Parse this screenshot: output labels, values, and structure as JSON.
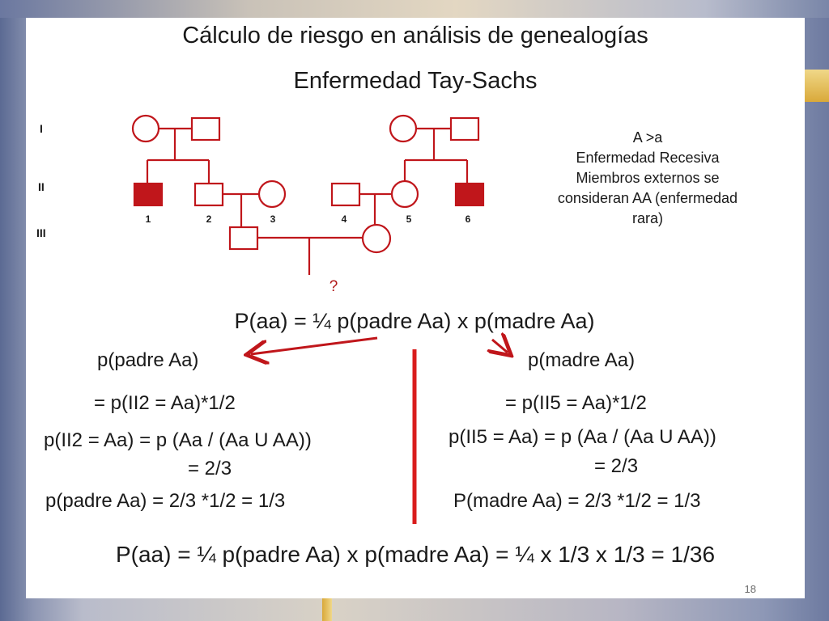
{
  "slide": {
    "title": "Cálculo de riesgo en análisis de genealogías",
    "subtitle": "Enfermedad Tay-Sachs",
    "page_number": "18"
  },
  "pedigree": {
    "generations": [
      "I",
      "II",
      "III"
    ],
    "individual_numbers": [
      "1",
      "2",
      "3",
      "4",
      "5",
      "6"
    ],
    "unknown_child": "?",
    "affected_color": "#c0161b",
    "line_color": "#c0161b"
  },
  "legend": {
    "lines": [
      "A >a",
      "Enfermedad Recesiva",
      "Miembros externos se",
      "consideran AA (enfermedad",
      "rara)"
    ]
  },
  "equations": {
    "main": "P(aa) = ¼ p(padre Aa) x p(madre Aa)",
    "left": {
      "heading": "p(padre Aa)",
      "line1": "= p(II2 = Aa)*1/2",
      "line2": "p(II2 = Aa) = p (Aa / (Aa U AA))",
      "line3": "= 2/3",
      "line4": "p(padre Aa) = 2/3 *1/2 = 1/3"
    },
    "right": {
      "heading": "p(madre Aa)",
      "line1": "= p(II5 = Aa)*1/2",
      "line2": "p(II5 = Aa) = p (Aa / (Aa U AA))",
      "line3": "= 2/3",
      "line4": "P(madre Aa) = 2/3 *1/2 = 1/3"
    },
    "final": "P(aa) = ¼ p(padre Aa) x p(madre Aa) = ¼ x 1/3 x 1/3 = 1/36"
  },
  "colors": {
    "accent_red": "#c0161b",
    "text": "#1a1a1a"
  }
}
